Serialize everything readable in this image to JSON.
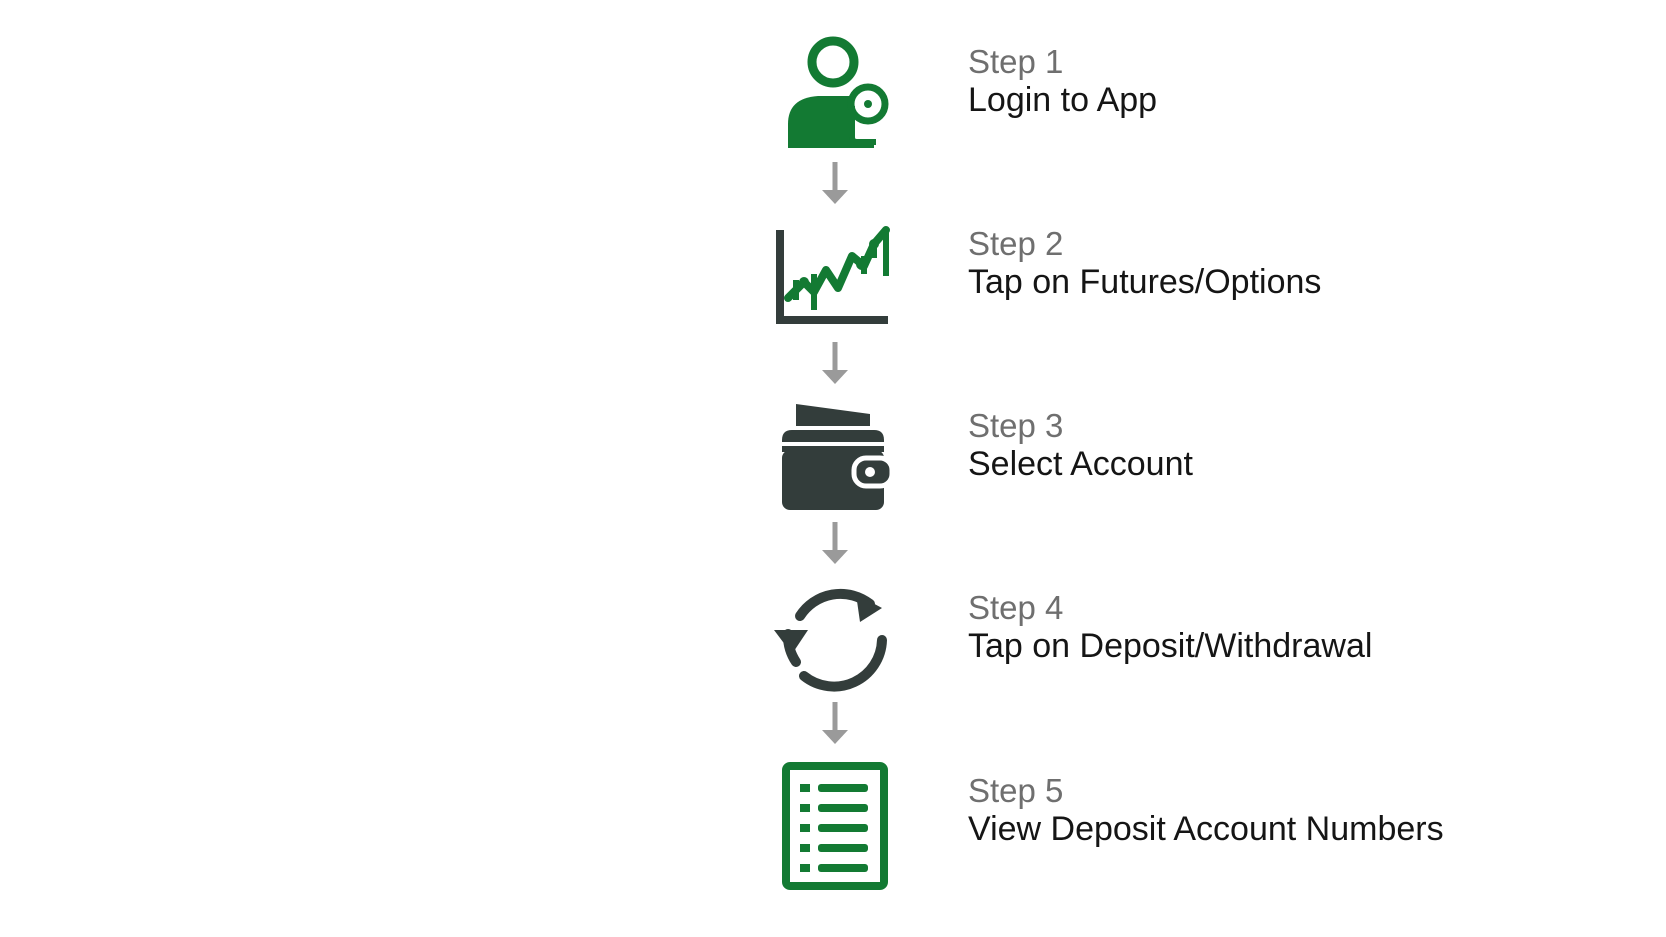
{
  "colors": {
    "green": "#137a33",
    "dark": "#333d3b",
    "arrow": "#9a9a9a",
    "step_number_text": "#6f6f6f",
    "step_label_text": "#151515"
  },
  "steps": [
    {
      "number": "Step 1",
      "label": "Login to App",
      "icon": "user-login-icon"
    },
    {
      "number": "Step 2",
      "label": "Tap on Futures/Options",
      "icon": "rising-chart-icon"
    },
    {
      "number": "Step 3",
      "label": "Select Account",
      "icon": "wallet-icon"
    },
    {
      "number": "Step 4",
      "label": "Tap on Deposit/Withdrawal",
      "icon": "refresh-cycle-icon"
    },
    {
      "number": "Step 5",
      "label": "View Deposit Account Numbers",
      "icon": "document-list-icon"
    }
  ]
}
